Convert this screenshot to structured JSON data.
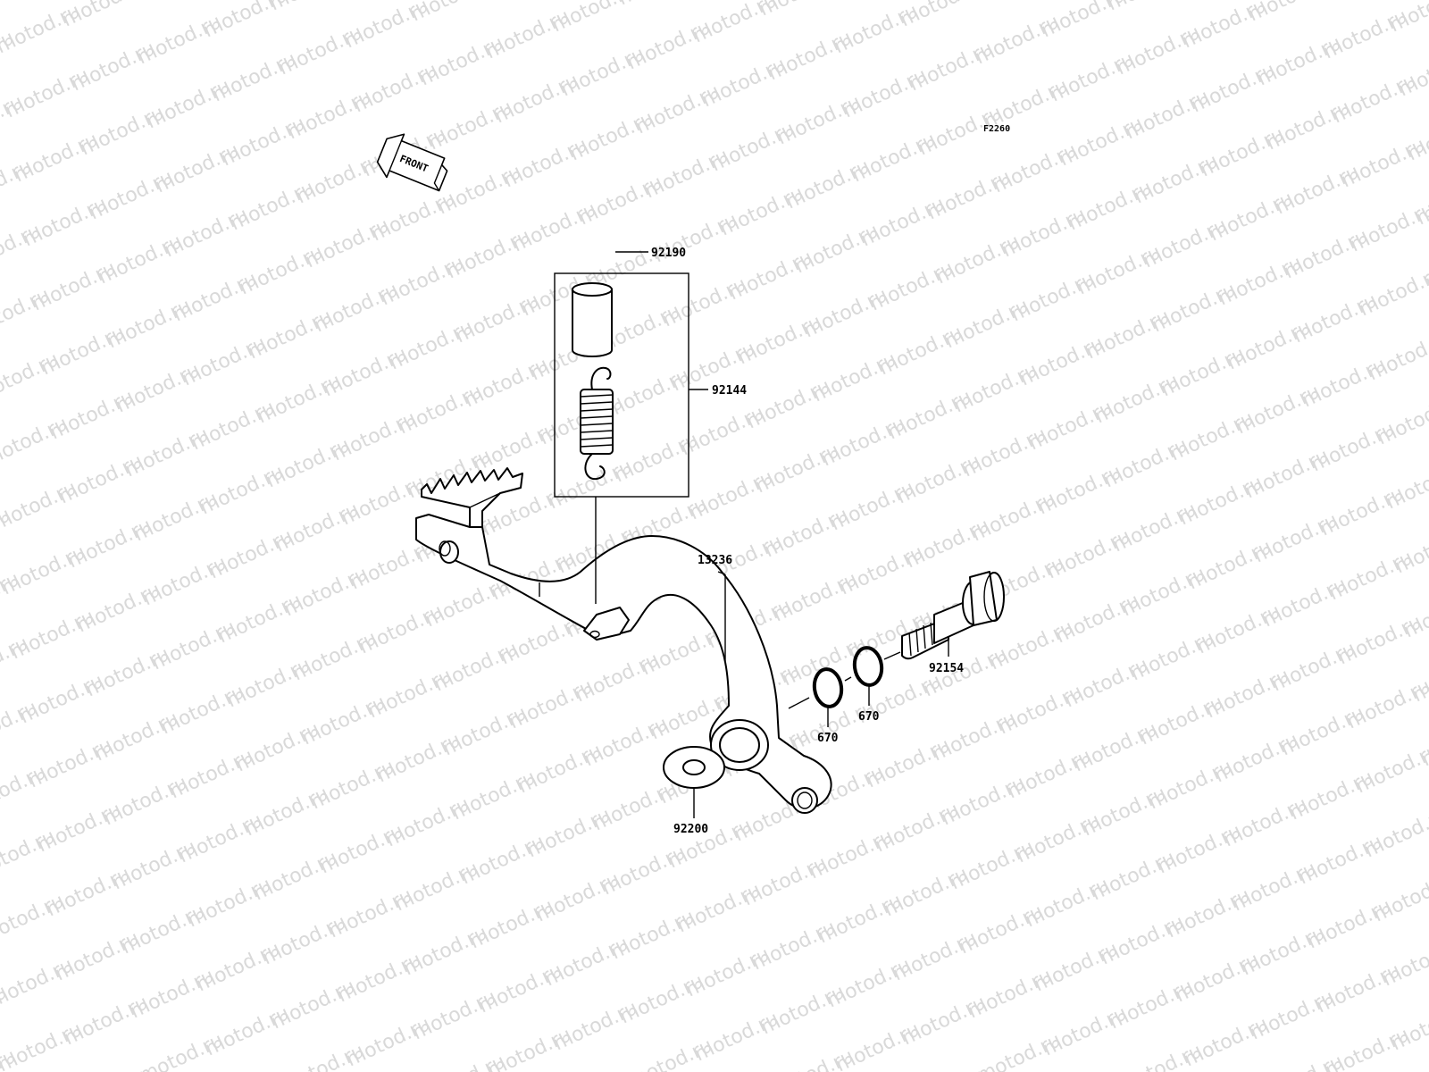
{
  "watermark": {
    "text": "motod.ru",
    "color": "#d9d9d9"
  },
  "figure_code": "F2260",
  "front_arrow": {
    "label": "FRONT",
    "icon": "front-arrow-icon"
  },
  "labels": {
    "spring_holder_tube": "92190",
    "spring_group": "92144",
    "brake_pedal": "13236",
    "pivot_bolt": "92154",
    "o_ring_inner": "670",
    "o_ring_outer": "670",
    "washer": "92200"
  }
}
